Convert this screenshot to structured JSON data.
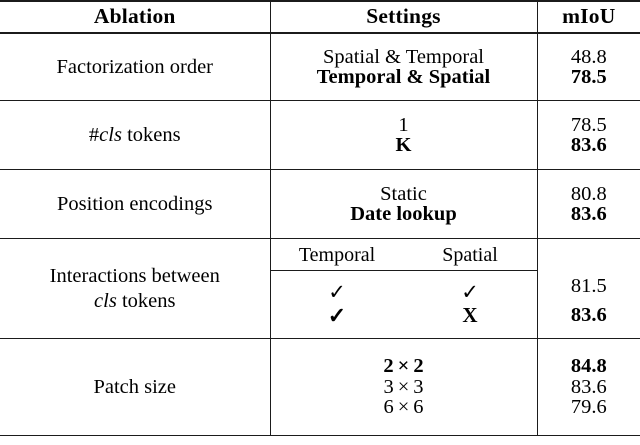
{
  "table": {
    "headers": {
      "ablation": "Ablation",
      "settings": "Settings",
      "miou": "mIoU"
    },
    "rows": [
      {
        "id": "factorization-order",
        "label_plain": "Factorization order",
        "settings": [
          {
            "text": "Spatial & Temporal",
            "bold": false,
            "miou": "48.8",
            "miou_bold": false
          },
          {
            "text": "Temporal & Spatial",
            "bold": true,
            "miou": "78.5",
            "miou_bold": true
          }
        ]
      },
      {
        "id": "cls-tokens",
        "label_prefix": "#",
        "label_italic": "cls",
        "label_suffix": " tokens",
        "settings": [
          {
            "text": "1",
            "bold": false,
            "miou": "78.5",
            "miou_bold": false
          },
          {
            "text": "K",
            "bold": true,
            "miou": "83.6",
            "miou_bold": true
          }
        ]
      },
      {
        "id": "position-encodings",
        "label_plain": "Position encodings",
        "settings": [
          {
            "text": "Static",
            "bold": false,
            "miou": "80.8",
            "miou_bold": false
          },
          {
            "text": "Date lookup",
            "bold": true,
            "miou": "83.6",
            "miou_bold": true
          }
        ]
      },
      {
        "id": "interactions-cls-tokens",
        "label_line1": "Interactions between",
        "label_italic": "cls",
        "label_line2_suffix": " tokens",
        "sub_headers": {
          "temporal": "Temporal",
          "spatial": "Spatial"
        },
        "settings": [
          {
            "temporal": "✓",
            "spatial": "✓",
            "bold": false,
            "miou": "81.5",
            "miou_bold": false
          },
          {
            "temporal": "✓",
            "spatial": "X",
            "bold": true,
            "miou": "83.6",
            "miou_bold": true
          }
        ]
      },
      {
        "id": "patch-size",
        "label_plain": "Patch size",
        "settings": [
          {
            "a": "2",
            "op": "×",
            "b": "2",
            "bold": true,
            "miou": "84.8",
            "miou_bold": true
          },
          {
            "a": "3",
            "op": "×",
            "b": "3",
            "bold": false,
            "miou": "83.6",
            "miou_bold": false
          },
          {
            "a": "6",
            "op": "×",
            "b": "6",
            "bold": false,
            "miou": "79.6",
            "miou_bold": false
          }
        ]
      }
    ]
  }
}
